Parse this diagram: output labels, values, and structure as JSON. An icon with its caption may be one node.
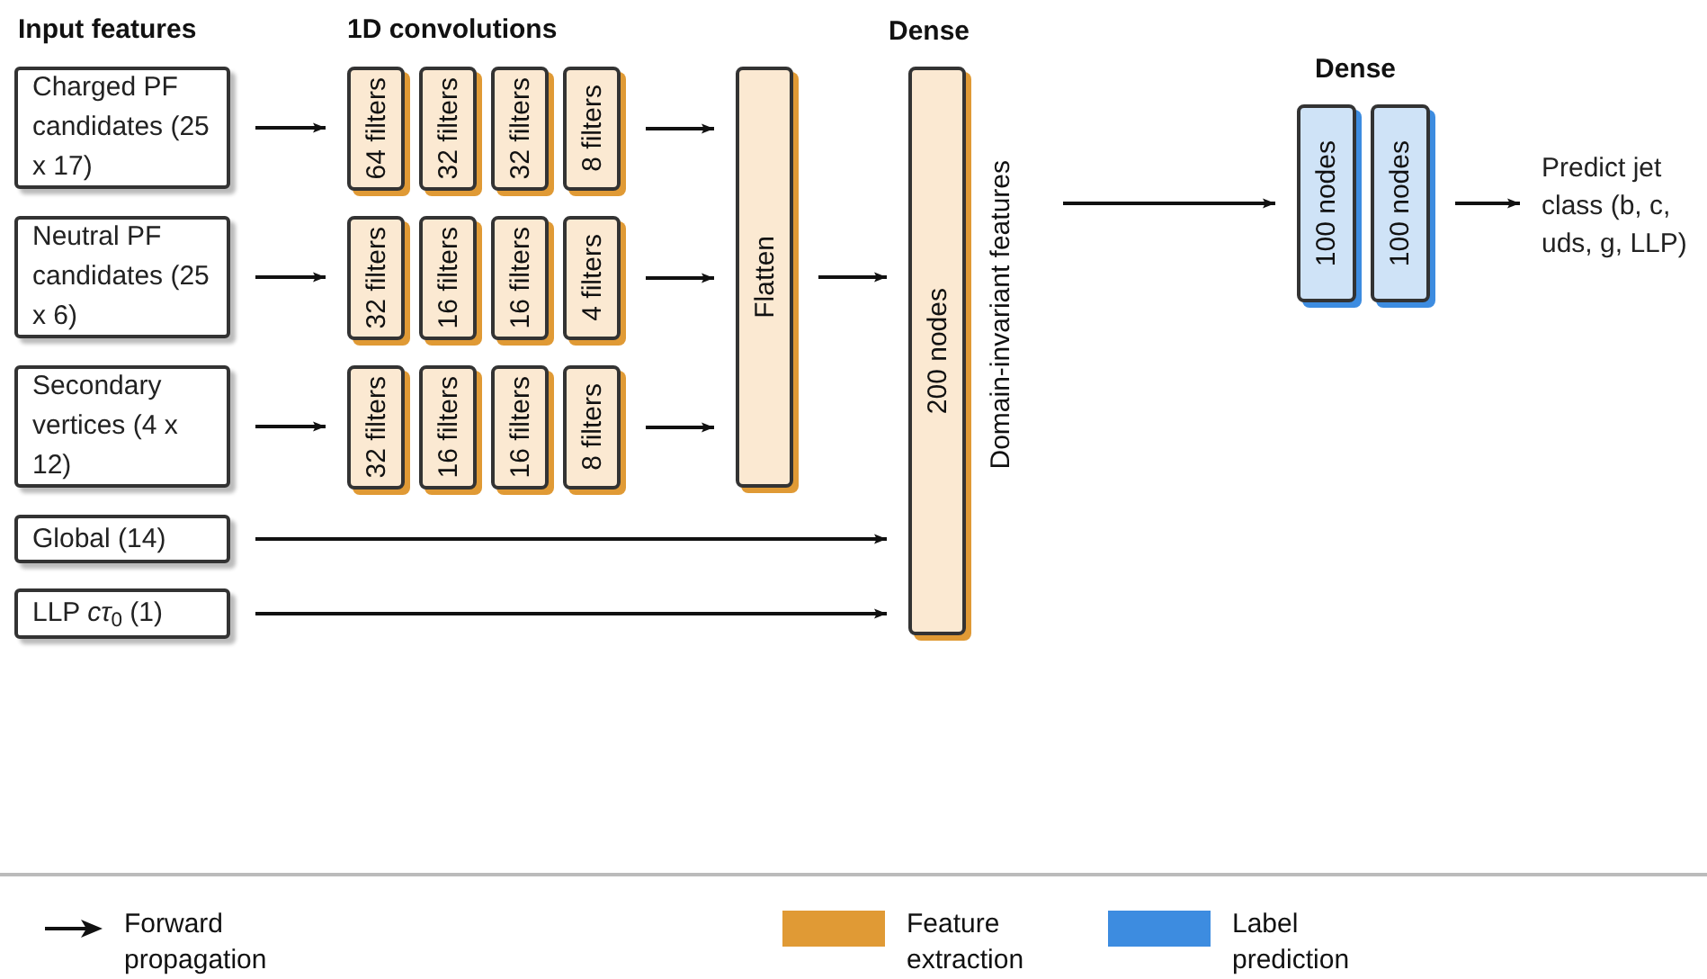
{
  "diagram": {
    "nodes": [
      {
        "text": [
          "Charged PF candidates (25 x 17)"
        ]
      },
      {
        "text": [
          "Neutral PF candidates (25 x 6)"
        ]
      },
      {
        "text": [
          "Secondary vertices (4 x 12)"
        ]
      },
      {
        "text": [
          "Global (14)"
        ]
      },
      {
        "text": [
          "LLP *cτ*$_{0}$ (1)"
        ]
      },
      {
        "text": [
          "64 filters"
        ]
      },
      {
        "text": [
          "32 filters"
        ]
      },
      {
        "text": [
          "32 filters"
        ]
      },
      {
        "text": [
          "8 filters"
        ]
      },
      {
        "text": [
          "32 filters"
        ]
      },
      {
        "text": [
          "16 filters"
        ]
      },
      {
        "text": [
          "16 filters"
        ]
      },
      {
        "text": [
          "4 filters"
        ]
      },
      {
        "text": [
          "32 filters"
        ]
      },
      {
        "text": [
          "16 filters"
        ]
      },
      {
        "text": [
          "16 filters"
        ]
      },
      {
        "text": [
          "8 filters"
        ]
      },
      {
        "text": [
          "Flatten"
        ]
      },
      {
        "text": [
          "200 nodes"
        ],
        "beside": [
          "Domain-invariant features"
        ]
      },
      {
        "text": [
          "100 nodes"
        ]
      },
      {
        "text": [
          "100 nodes"
        ]
      },
      {
        "text": [
          "Predict jet class (b, c, uds, g, LLP)"
        ]
      }
    ],
    "edges": [
      {
        "from": 0,
        "to": 5,
        "arrow": "to"
      },
      {
        "from": 1,
        "to": 9,
        "arrow": "to"
      },
      {
        "from": 2,
        "to": 13,
        "arrow": "to"
      },
      {
        "from": 8,
        "to": 17,
        "arrow": "to"
      },
      {
        "from": 12,
        "to": 17,
        "arrow": "to"
      },
      {
        "from": 16,
        "to": 17,
        "arrow": "to"
      },
      {
        "from": 17,
        "to": 18,
        "arrow": "to"
      },
      {
        "from": 3,
        "to": 18,
        "arrow": "to"
      },
      {
        "from": 4,
        "to": 18,
        "arrow": "to"
      },
      {
        "from": 18,
        "to": 19,
        "arrow": "to"
      },
      {
        "from": 20,
        "to": 21,
        "arrow": "to"
      }
    ],
    "labels": [
      "Input features",
      "1D convolutions",
      "Dense",
      "Dense"
    ],
    "legend": [
      {
        "text": "Forward propagation"
      },
      {
        "text": "Feature extraction",
        "color": "#e09a35"
      },
      {
        "text": "Label prediction",
        "color": "#3d8ce0"
      }
    ]
  }
}
